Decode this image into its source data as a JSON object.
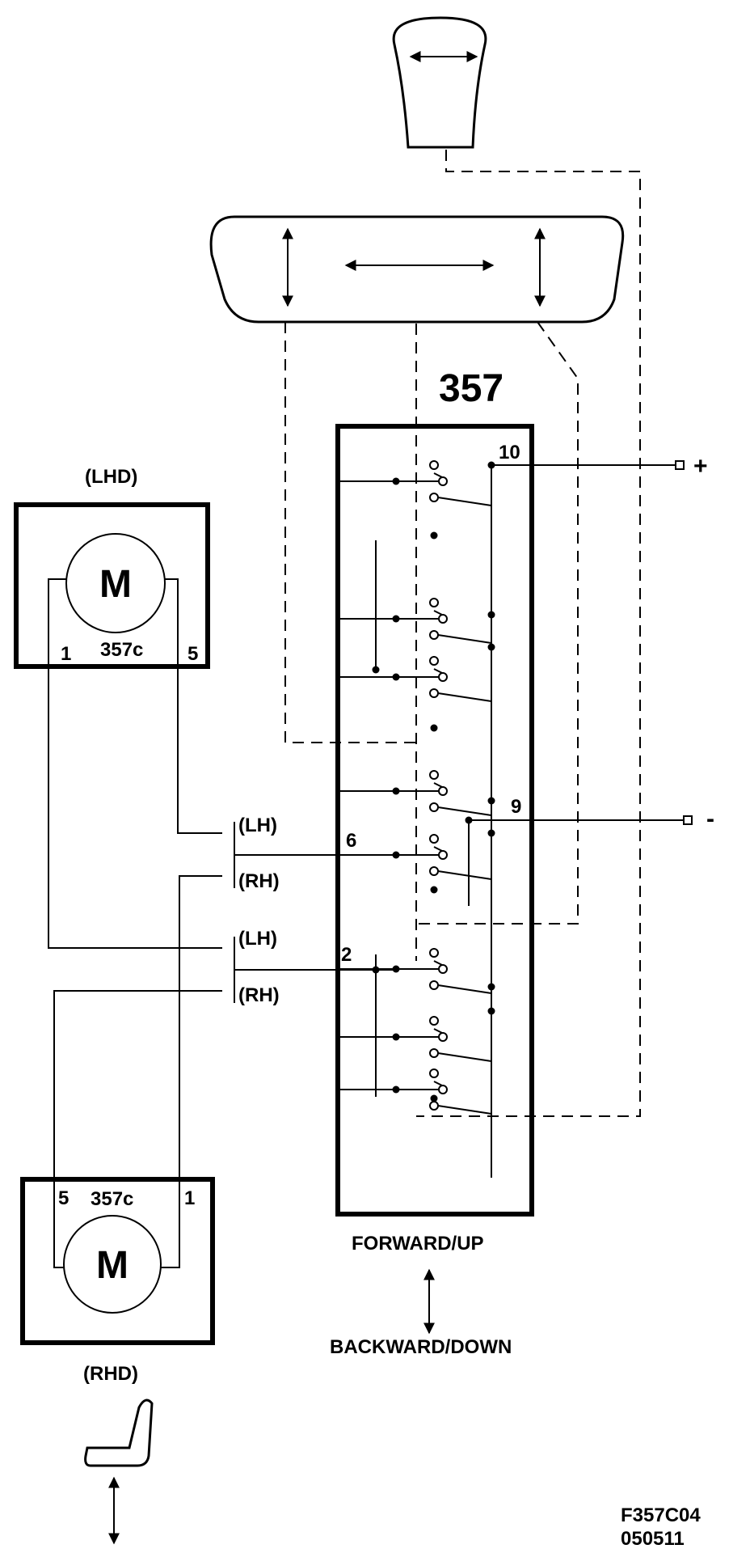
{
  "switch": {
    "label": "357",
    "pin_plus_number": "10",
    "pin_minus_number": "9",
    "pin_6": "6",
    "pin_2": "2"
  },
  "supply": {
    "plus": "+",
    "minus": "-"
  },
  "motor_lhd": {
    "variant": "(LHD)",
    "symbol": "M",
    "code": "357c",
    "pin_left": "1",
    "pin_right": "5"
  },
  "motor_rhd": {
    "variant": "(RHD)",
    "symbol": "M",
    "code": "357c",
    "pin_left": "5",
    "pin_right": "1"
  },
  "wiring": {
    "lh_upper": "(LH)",
    "rh_upper": "(RH)",
    "lh_lower": "(LH)",
    "rh_lower": "(RH)"
  },
  "direction": {
    "forward_up": "FORWARD/UP",
    "backward_down": "BACKWARD/DOWN"
  },
  "figure": {
    "code": "F357C04",
    "date": "050511"
  },
  "icons": [
    "control-knob-icon",
    "switch-paddle-icon",
    "seat-icon",
    "vertical-arrow-icon"
  ]
}
